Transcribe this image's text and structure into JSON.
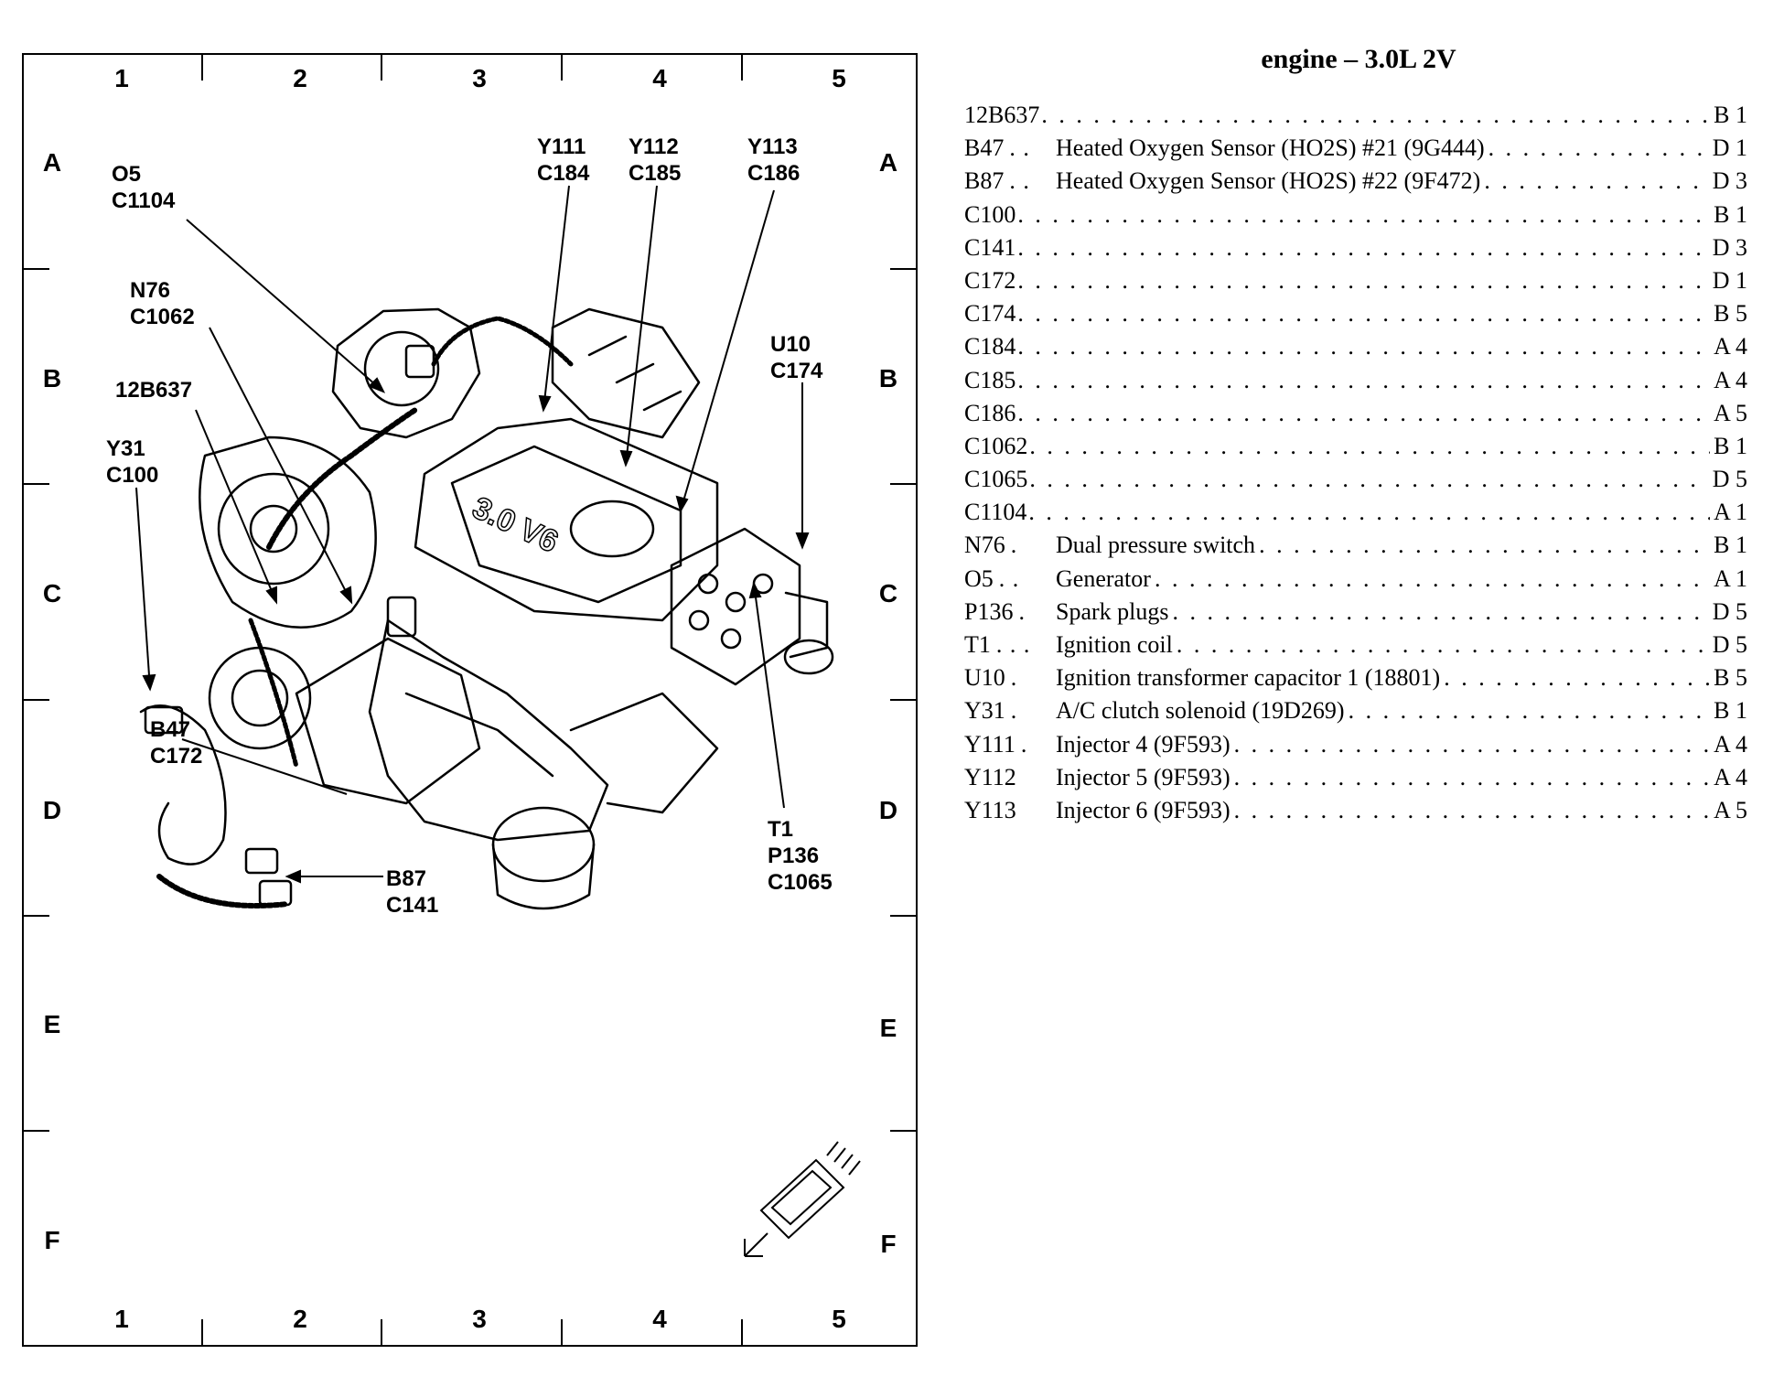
{
  "diagram": {
    "columns": [
      "1",
      "2",
      "3",
      "4",
      "5"
    ],
    "rows": [
      "A",
      "B",
      "C",
      "D",
      "E",
      "F"
    ],
    "callouts": [
      {
        "name": "callout-o5-c1104",
        "lines": [
          "O5",
          "C1104"
        ]
      },
      {
        "name": "callout-y111-c184",
        "lines": [
          "Y111",
          "C184"
        ]
      },
      {
        "name": "callout-y112-c185",
        "lines": [
          "Y112",
          "C185"
        ]
      },
      {
        "name": "callout-y113-c186",
        "lines": [
          "Y113",
          "C186"
        ]
      },
      {
        "name": "callout-n76-c1062",
        "lines": [
          "N76",
          "C1062"
        ]
      },
      {
        "name": "callout-u10-c174",
        "lines": [
          "U10",
          "C174"
        ]
      },
      {
        "name": "callout-12b637",
        "lines": [
          "12B637"
        ]
      },
      {
        "name": "callout-y31-c100",
        "lines": [
          "Y31",
          "C100"
        ]
      },
      {
        "name": "callout-b47-c172",
        "lines": [
          "B47",
          "C172"
        ]
      },
      {
        "name": "callout-b87-c141",
        "lines": [
          "B87",
          "C141"
        ]
      },
      {
        "name": "callout-t1-p136-c1065",
        "lines": [
          "T1",
          "P136",
          "C1065"
        ]
      }
    ]
  },
  "legend": {
    "title": "engine – 3.0L 2V",
    "items": [
      {
        "code": "12B637",
        "code_dots": "",
        "desc": "",
        "loc": "B 1"
      },
      {
        "code": "B47",
        "code_dots": ". .",
        "desc": "Heated Oxygen Sensor (HO2S) #21 (9G444)",
        "loc": "D 1"
      },
      {
        "code": "B87",
        "code_dots": ". .",
        "desc": "Heated Oxygen Sensor (HO2S) #22 (9F472)",
        "loc": "D 3"
      },
      {
        "code": "C100",
        "code_dots": "",
        "desc": "",
        "loc": "B 1"
      },
      {
        "code": "C141",
        "code_dots": "",
        "desc": "",
        "loc": "D 3"
      },
      {
        "code": "C172",
        "code_dots": "",
        "desc": "",
        "loc": "D 1"
      },
      {
        "code": "C174",
        "code_dots": "",
        "desc": "",
        "loc": "B 5"
      },
      {
        "code": "C184",
        "code_dots": "",
        "desc": "",
        "loc": "A 4"
      },
      {
        "code": "C185",
        "code_dots": "",
        "desc": "",
        "loc": "A 4"
      },
      {
        "code": "C186",
        "code_dots": "",
        "desc": "",
        "loc": "A 5"
      },
      {
        "code": "C1062",
        "code_dots": "",
        "desc": "",
        "loc": "B 1"
      },
      {
        "code": "C1065",
        "code_dots": "",
        "desc": "",
        "loc": "D 5"
      },
      {
        "code": "C1104",
        "code_dots": "",
        "desc": "",
        "loc": "A 1"
      },
      {
        "code": "N76",
        "code_dots": ".",
        "desc": "Dual pressure switch",
        "loc": "B 1"
      },
      {
        "code": "O5",
        "code_dots": ". .",
        "desc": "Generator",
        "loc": "A 1"
      },
      {
        "code": "P136",
        "code_dots": ".",
        "desc": "Spark plugs",
        "loc": "D 5"
      },
      {
        "code": "T1",
        "code_dots": ". . .",
        "desc": "Ignition coil",
        "loc": "D 5"
      },
      {
        "code": "U10",
        "code_dots": ".",
        "desc": "Ignition transformer capacitor 1 (18801)",
        "loc": "B 5"
      },
      {
        "code": "Y31",
        "code_dots": ".",
        "desc": "A/C clutch solenoid (19D269)",
        "loc": "B 1"
      },
      {
        "code": "Y111",
        "code_dots": ".",
        "desc": "Injector 4 (9F593)",
        "loc": "A 4"
      },
      {
        "code": "Y112",
        "code_dots": "",
        "desc": "Injector 5 (9F593)",
        "loc": "A 4"
      },
      {
        "code": "Y113",
        "code_dots": "",
        "desc": "Injector 6 (9F593)",
        "loc": "A 5"
      }
    ]
  }
}
